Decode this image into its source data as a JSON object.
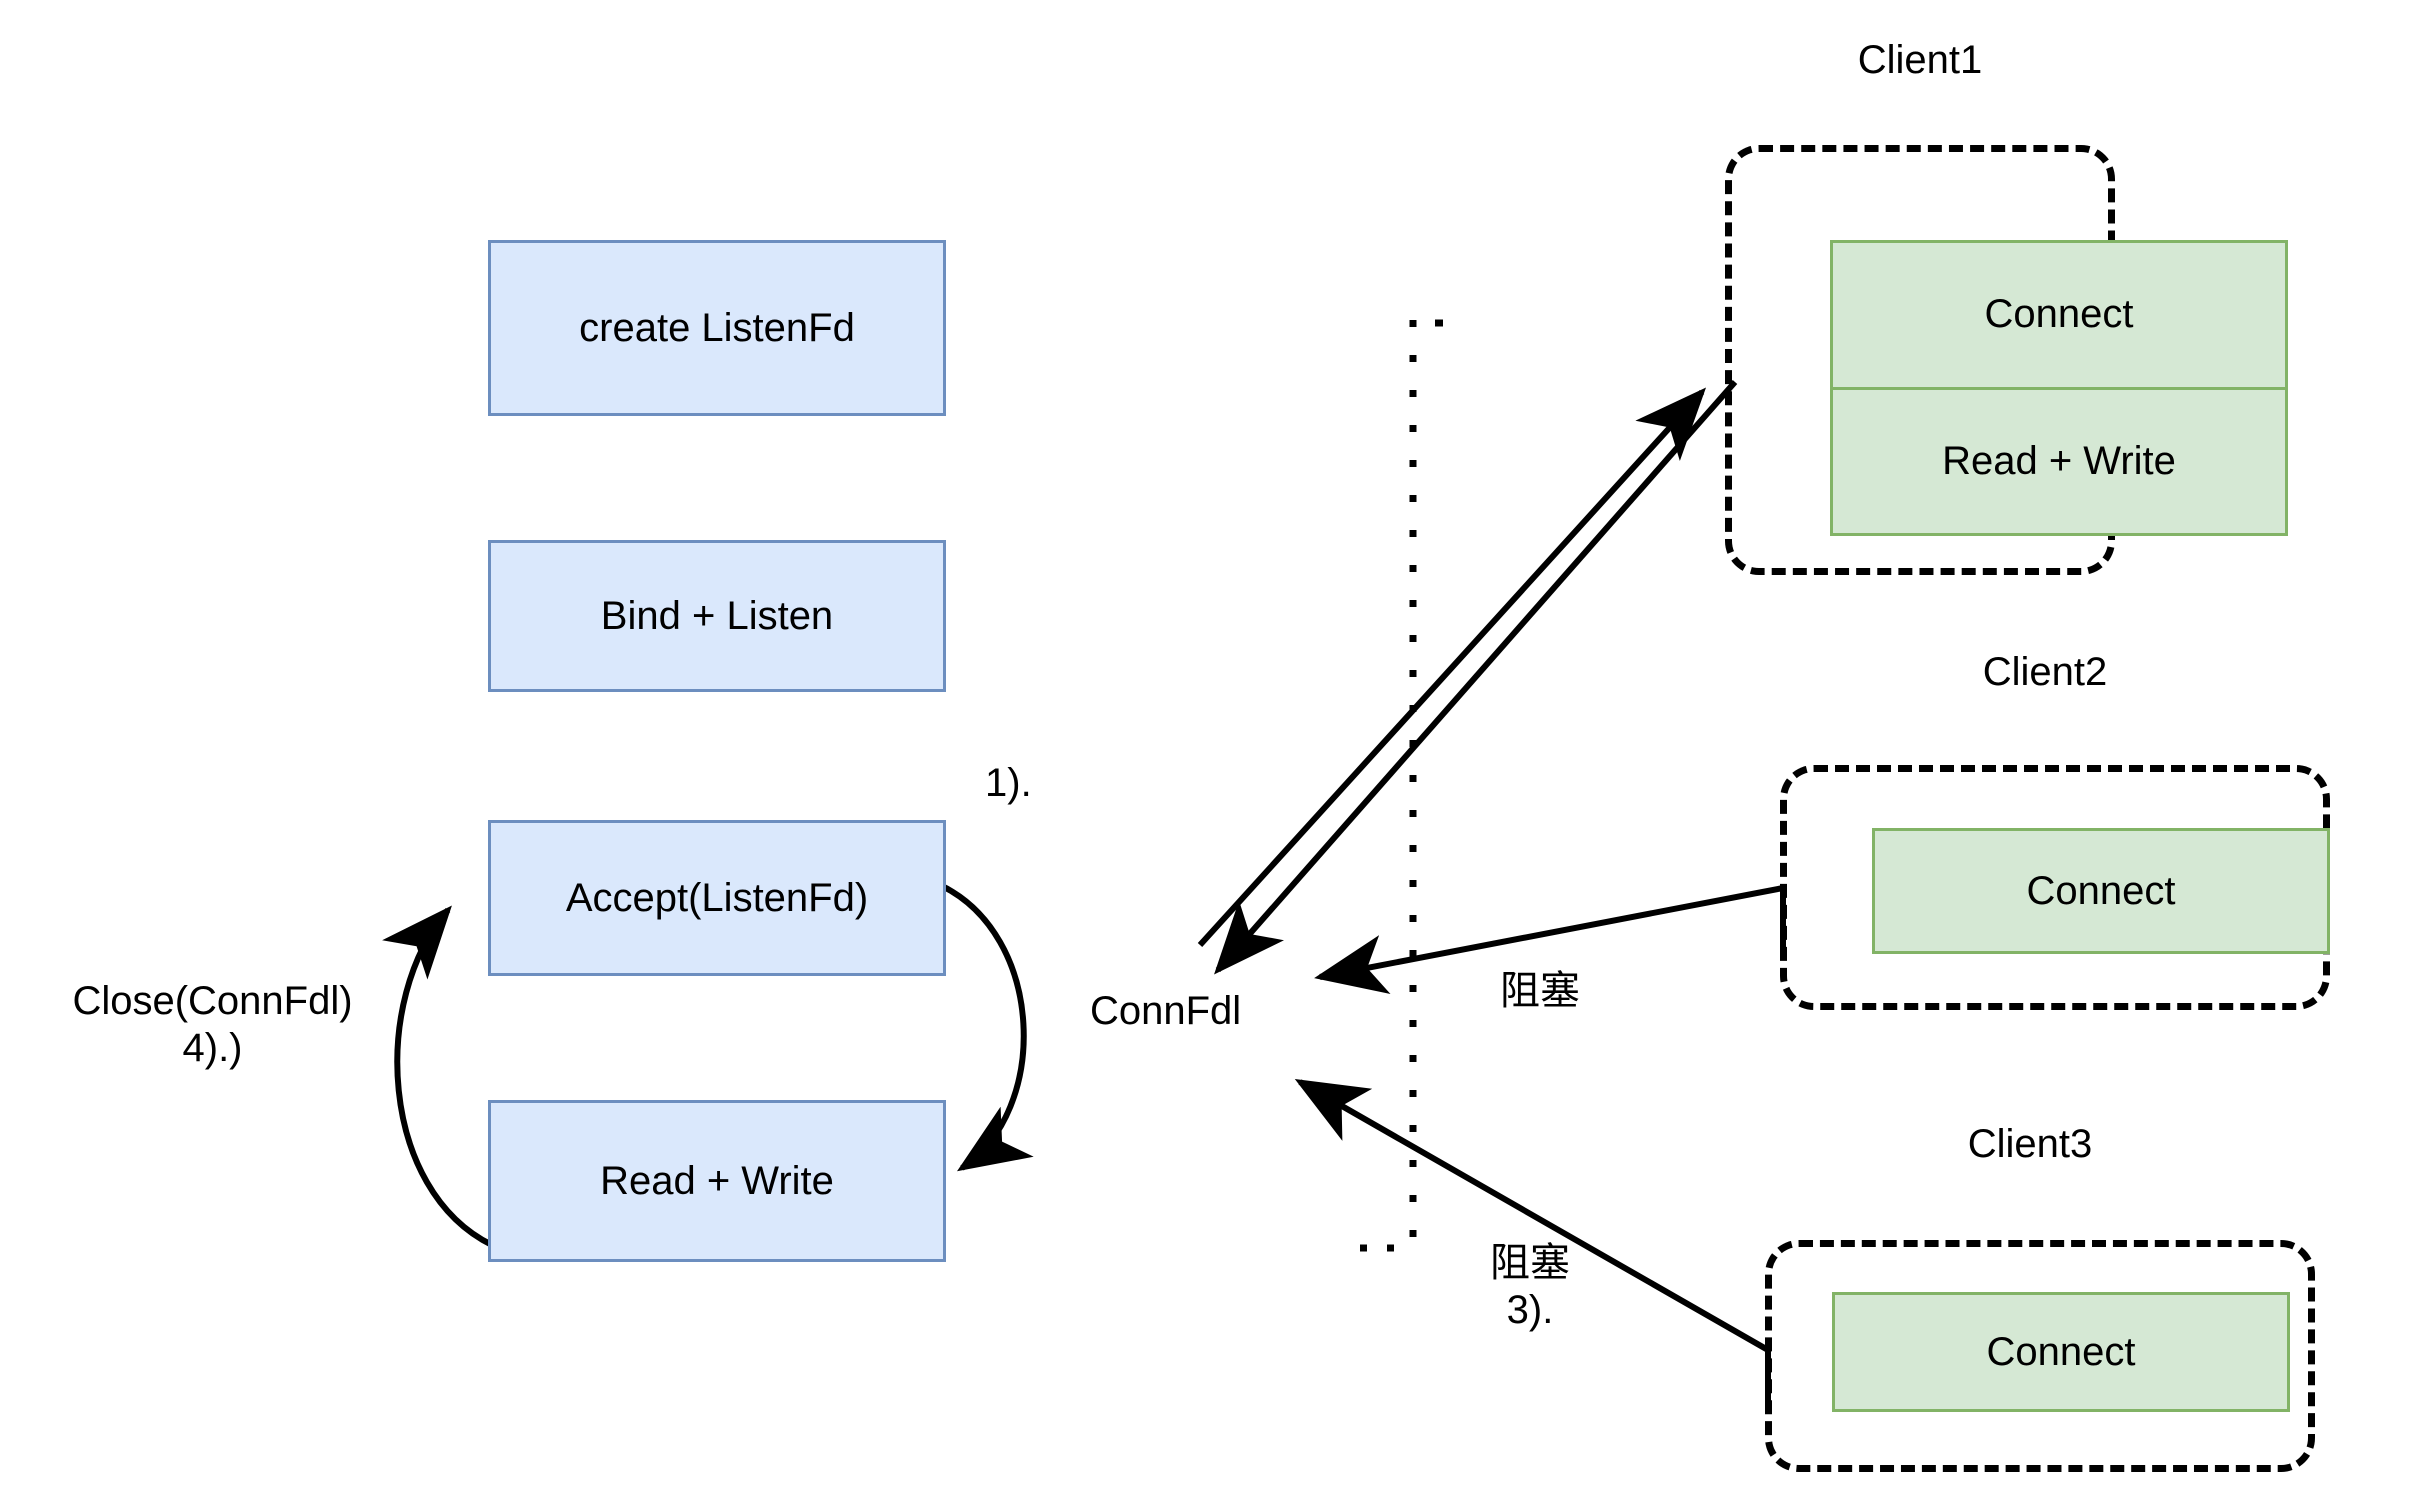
{
  "diagram": {
    "title": "Blocking TCP server accept loop with multiple clients",
    "colors": {
      "process_fill": "#dae8fc",
      "process_stroke": "#6c8ebf",
      "client_fill": "#d5e8d4",
      "client_stroke": "#82b366",
      "line": "#000000",
      "background": "#ffffff"
    }
  },
  "server": {
    "steps": [
      {
        "label": "create ListenFd"
      },
      {
        "label": "Bind + Listen"
      },
      {
        "label": "Accept(ListenFd)"
      },
      {
        "label": "Read + Write"
      }
    ],
    "loop_back_label": "Close(ConnFdl)\n4).)",
    "loop_forward_label": "1)."
  },
  "middle": {
    "connfd_label": "ConnFdl",
    "divider": "dotted-vertical-line"
  },
  "clients": [
    {
      "title": "Client1",
      "rows": [
        "Connect",
        "Read + Write"
      ]
    },
    {
      "title": "Client2",
      "rows": [
        "Connect"
      ]
    },
    {
      "title": "Client3",
      "rows": [
        "Connect"
      ]
    }
  ],
  "edge_labels": {
    "client2_block": "阻塞",
    "client3_block": "阻塞\n3)."
  }
}
